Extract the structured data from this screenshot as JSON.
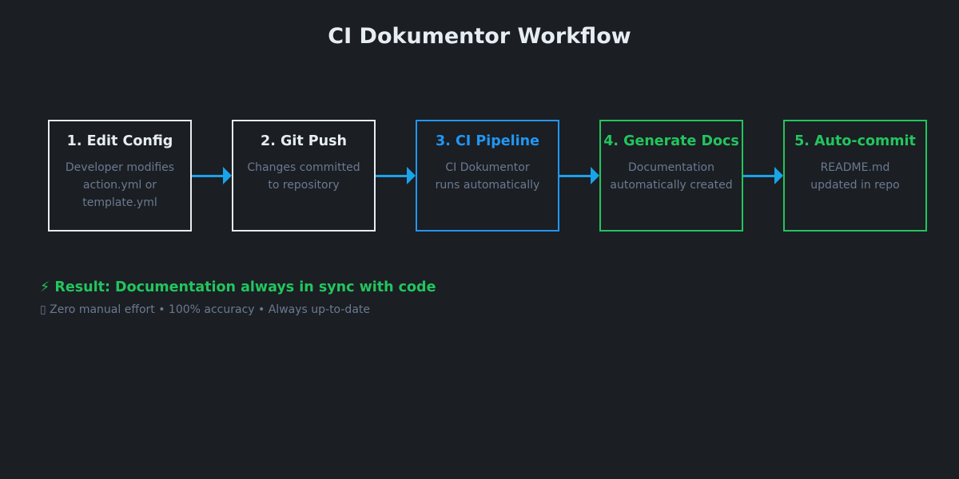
{
  "title": "CI Dokumentor Workflow",
  "colors": {
    "background": "#1b1e23",
    "default_border": "#e6edf3",
    "pipeline_blue": "#2196f3",
    "success_green": "#22c55e",
    "arrow": "#1aa3e8",
    "muted_text": "#6b7a90"
  },
  "steps": [
    {
      "title": "1. Edit Config",
      "desc": [
        "Developer modifies",
        "action.yml or",
        "template.yml"
      ]
    },
    {
      "title": "2. Git Push",
      "desc": [
        "Changes committed",
        "to repository"
      ]
    },
    {
      "title": "3. CI Pipeline",
      "desc": [
        "CI Dokumentor",
        "runs automatically"
      ]
    },
    {
      "title": "4. Generate Docs",
      "desc": [
        "Documentation",
        "automatically created"
      ]
    },
    {
      "title": "5. Auto-commit",
      "desc": [
        "README.md",
        "updated in repo"
      ]
    }
  ],
  "result": {
    "title": "⚡ Result: Documentation always in sync with code",
    "subtitle": "▯ Zero manual effort • 100% accuracy • Always up-to-date"
  }
}
